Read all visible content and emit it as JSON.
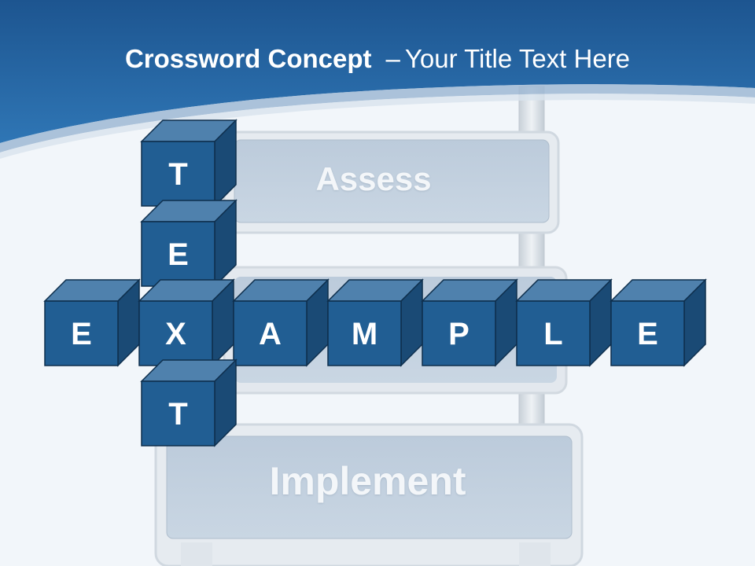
{
  "slide": {
    "title_bold": "Crossword Concept",
    "title_separator": "–",
    "title_rest": "Your Title Text Here"
  },
  "signs": {
    "top": "Assess",
    "bottom": "Implement"
  },
  "crossword": {
    "horizontal_word": [
      "E",
      "X",
      "A",
      "M",
      "P",
      "L",
      "E"
    ],
    "vertical_word": [
      "T",
      "E",
      "X",
      "T"
    ],
    "cube_front_color": "#215e93",
    "cube_top_color": "#4f81ad",
    "cube_side_color": "#1a4a75",
    "cube_edge_color": "#0e2f4d"
  },
  "colors": {
    "header_dark": "#1d5590",
    "header_light": "#2f76b5",
    "background": "#f2f6fa"
  }
}
